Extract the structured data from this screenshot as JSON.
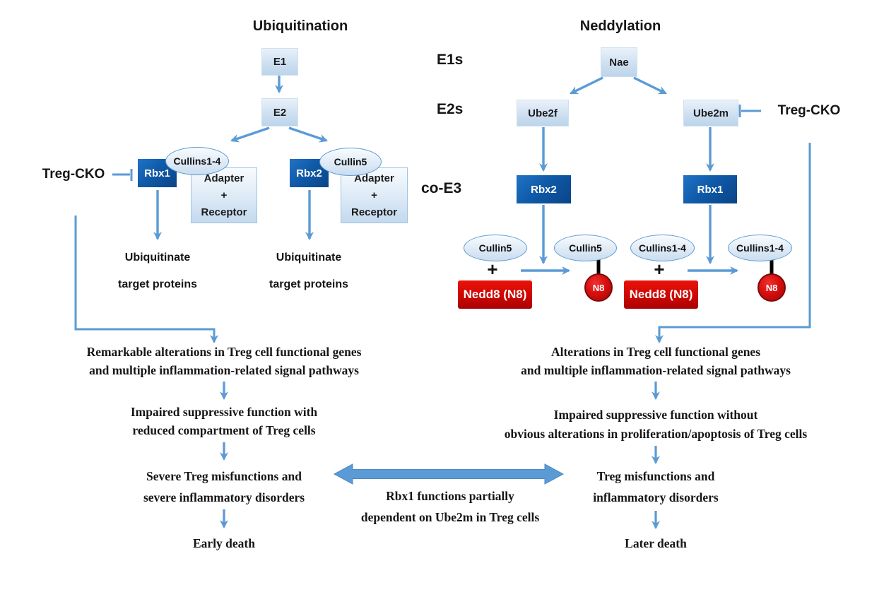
{
  "left": {
    "title": "Ubiquitination",
    "e1": "E1",
    "e2": "E2",
    "treg_cko": "Treg-CKO",
    "branch1": {
      "rbx": "Rbx1",
      "cullin": "Cullins1-4",
      "adapter": [
        "Adapter",
        "+",
        "Receptor"
      ],
      "outcome1": "Ubiquitinate",
      "outcome2": "target proteins"
    },
    "branch2": {
      "rbx": "Rbx2",
      "cullin": "Cullin5",
      "adapter": [
        "Adapter",
        "+",
        "Receptor"
      ],
      "outcome1": "Ubiquitinate",
      "outcome2": "target proteins"
    },
    "flow": [
      "Remarkable alterations in Treg cell functional genes",
      "and multiple inflammation-related signal pathways",
      "Impaired suppressive function with",
      "reduced compartment of Treg cells",
      "Severe Treg misfunctions and",
      "severe inflammatory disorders",
      "Early death"
    ]
  },
  "stage_labels": {
    "e1s": "E1s",
    "e2s": "E2s",
    "co_e3": "co-E3"
  },
  "right": {
    "title": "Neddylation",
    "nae": "Nae",
    "ube2f": "Ube2f",
    "ube2m": "Ube2m",
    "treg_cko": "Treg-CKO",
    "rbx2": "Rbx2",
    "rbx1": "Rbx1",
    "reaction_cullin5": {
      "substrate": "Cullin5",
      "plus": "+",
      "nedd8": "Nedd8 (N8)",
      "product": "Cullin5",
      "n8": "N8"
    },
    "reaction_cullins14": {
      "substrate": "Cullins1-4",
      "plus": "+",
      "nedd8": "Nedd8 (N8)",
      "product": "Cullins1-4",
      "n8": "N8"
    },
    "flow": [
      "Alterations in Treg cell functional genes",
      "and multiple inflammation-related signal pathways",
      "Impaired suppressive function without",
      "obvious alterations in proliferation/apoptosis of Treg cells",
      "Treg misfunctions and",
      "inflammatory disorders",
      "Later death"
    ]
  },
  "center_note": {
    "line1": "Rbx1 functions partially",
    "line2": "dependent on Ube2m in Treg cells"
  },
  "colors": {
    "arrow_blue": "#5b9bd5",
    "dark_box_blue": "#0f5aa8",
    "nedd8_red": "#c00303",
    "connector_black": "#000000"
  }
}
